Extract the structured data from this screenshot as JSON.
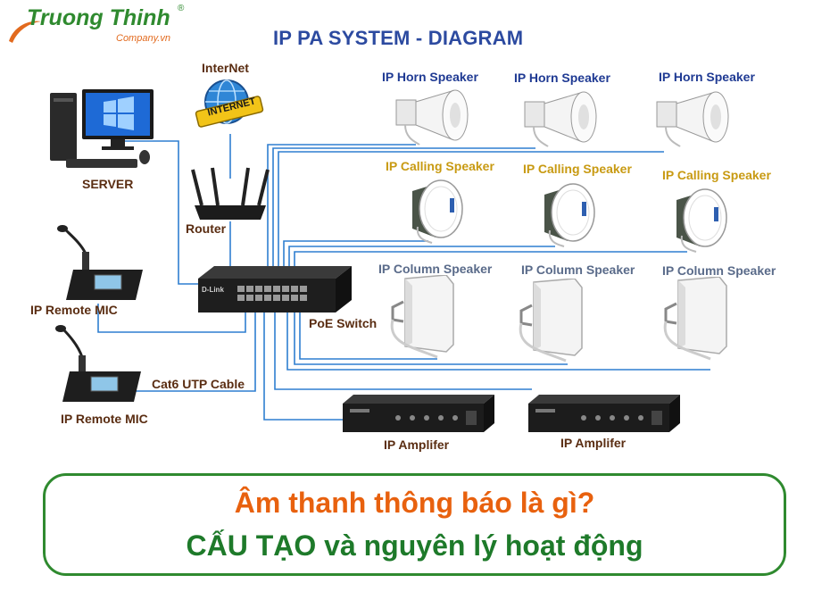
{
  "brand": {
    "name": "Truong Thinh",
    "sub": "Company.vn",
    "reg": "®"
  },
  "title": "IP PA SYSTEM - DIAGRAM",
  "labels": {
    "internet_cloud": "InterNet",
    "internet_badge": "INTERNET",
    "server": "SERVER",
    "router": "Router",
    "remote_mic_1": "IP Remote MIC",
    "remote_mic_2": "IP Remote MIC",
    "cable": "Cat6 UTP Cable",
    "switch": "PoE Switch",
    "switch_brand": "D-Link",
    "amp_1": "IP Amplifer",
    "amp_2": "IP Amplifer"
  },
  "speakers": {
    "horn": [
      "IP Horn Speaker",
      "IP Horn Speaker",
      "IP Horn Speaker"
    ],
    "calling": [
      "IP Calling Speaker",
      "IP Calling Speaker",
      "IP Calling Speaker"
    ],
    "column": [
      "IP Column Speaker",
      "IP Column Speaker",
      "IP Column Speaker"
    ]
  },
  "banner": {
    "line1": "Âm thanh thông báo là gì?",
    "line2": "CẤU TẠO và nguyên lý hoạt động"
  },
  "colors": {
    "wire": "#2f7fd0",
    "brand_green": "#2f8a2f",
    "brand_orange": "#e26a1e",
    "title_blue": "#2c4aa0",
    "calling_label": "#c89a12"
  }
}
